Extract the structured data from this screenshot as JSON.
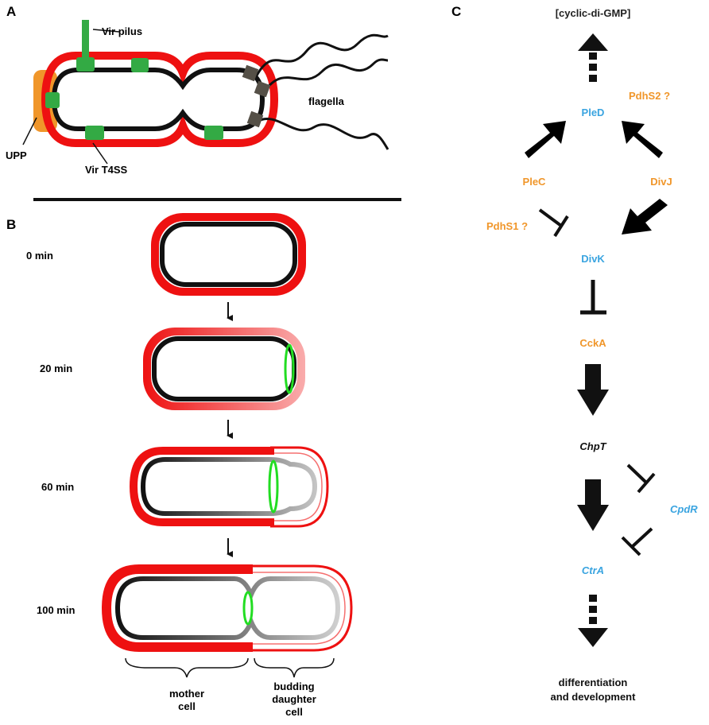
{
  "panels": {
    "a": "A",
    "b": "B",
    "c": "C"
  },
  "panel_a": {
    "vir_pilus": "Vir pilus",
    "upp": "UPP",
    "vir_t4ss": "Vir T4SS",
    "flagella": "flagella"
  },
  "panel_b": {
    "times": [
      "0 min",
      "20 min",
      "60 min",
      "100 min"
    ],
    "mother_cell": [
      "mother",
      "cell"
    ],
    "budding_daughter_cell": [
      "budding",
      "daughter",
      "cell"
    ]
  },
  "panel_c": {
    "cyclic_di_gmp": "[cyclic-di-GMP]",
    "pled": "PleD",
    "pdhs2": "PdhS2 ?",
    "plec": "PleC",
    "divj": "DivJ",
    "pdhs1": "PdhS1 ?",
    "divk": "DivK",
    "ccka": "CckA",
    "chpt": "ChpT",
    "cpdr": "CpdR",
    "ctra": "CtrA",
    "outcome": [
      "differentiation",
      "and development"
    ]
  },
  "colors": {
    "membrane_red": "#ee1111",
    "t4ss_green": "#33aa44",
    "septum_green": "#22dd22",
    "upp_orange": "#f0962a",
    "motor_gray": "#555047",
    "kinase_orange": "#f0962a",
    "regulator_blue": "#3aa4e0"
  }
}
